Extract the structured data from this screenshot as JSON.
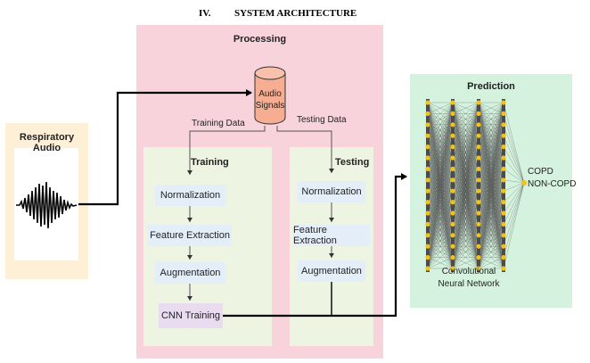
{
  "heading": {
    "number": "IV.",
    "title": "SYSTEM ARCHITECTURE"
  },
  "input": {
    "title": "Respiratory Audio"
  },
  "processing": {
    "title": "Processing",
    "cylinder": {
      "line1": "Audio",
      "line2": "Signals"
    },
    "training_data_label": "Training Data",
    "testing_data_label": "Testing Data",
    "training": {
      "title": "Training",
      "steps": [
        "Normalization",
        "Feature Extraction",
        "Augmentation",
        "CNN Training"
      ]
    },
    "testing": {
      "title": "Testing",
      "steps": [
        "Normalization",
        "Feature Extraction",
        "Augmentation"
      ]
    }
  },
  "prediction": {
    "title": "Prediction",
    "outputs": [
      "COPD",
      "NON-COPD"
    ],
    "network_label": {
      "line1": "Convolutional",
      "line2": "Neural Network"
    }
  },
  "colors": {
    "input_panel": "#fdf0d6",
    "processing_panel": "#f8d3dc",
    "inner_panel": "#edf4e2",
    "step_box": "#e4eef9",
    "cnn_box": "#eadcf0",
    "prediction_panel": "#d4f2dd",
    "node": "#f2c315"
  }
}
